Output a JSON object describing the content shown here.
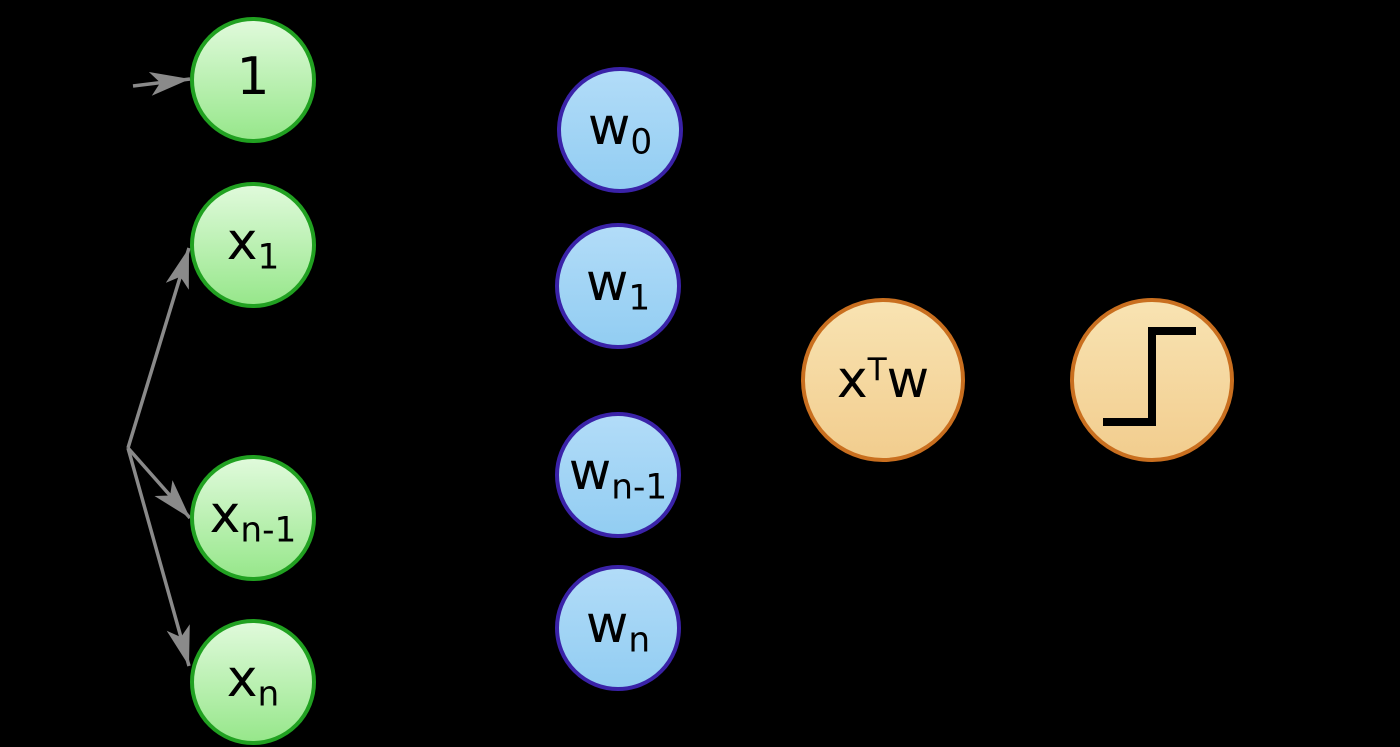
{
  "diagram": {
    "kind": "perceptron-flow-diagram",
    "background": "#000000"
  },
  "colors": {
    "canvas-bg": "#000000",
    "input-border": "#21a121",
    "input-fill-top": "#e0fadb",
    "input-fill-bottom": "#97e78b",
    "weight-border": "#3a22a8",
    "weight-fill-top": "#b2dcf8",
    "weight-fill-bottom": "#92cdf2",
    "op-border": "#c96f1f",
    "op-fill-top": "#f8e3b2",
    "op-fill-bottom": "#f2cd8e",
    "arrow": "#8a8a8a",
    "label": "#000000"
  },
  "inputs": [
    {
      "main": "1",
      "sub": ""
    },
    {
      "main": "x",
      "sub": "1"
    },
    {
      "main": "x",
      "sub": "n-1"
    },
    {
      "main": "x",
      "sub": "n"
    }
  ],
  "weights": [
    {
      "main": "w",
      "sub": "0"
    },
    {
      "main": "w",
      "sub": "1"
    },
    {
      "main": "w",
      "sub": "n-1"
    },
    {
      "main": "w",
      "sub": "n"
    }
  ],
  "sum": {
    "main": "x",
    "sup": "T",
    "post": "w"
  },
  "activation": {
    "icon": "step-function"
  }
}
